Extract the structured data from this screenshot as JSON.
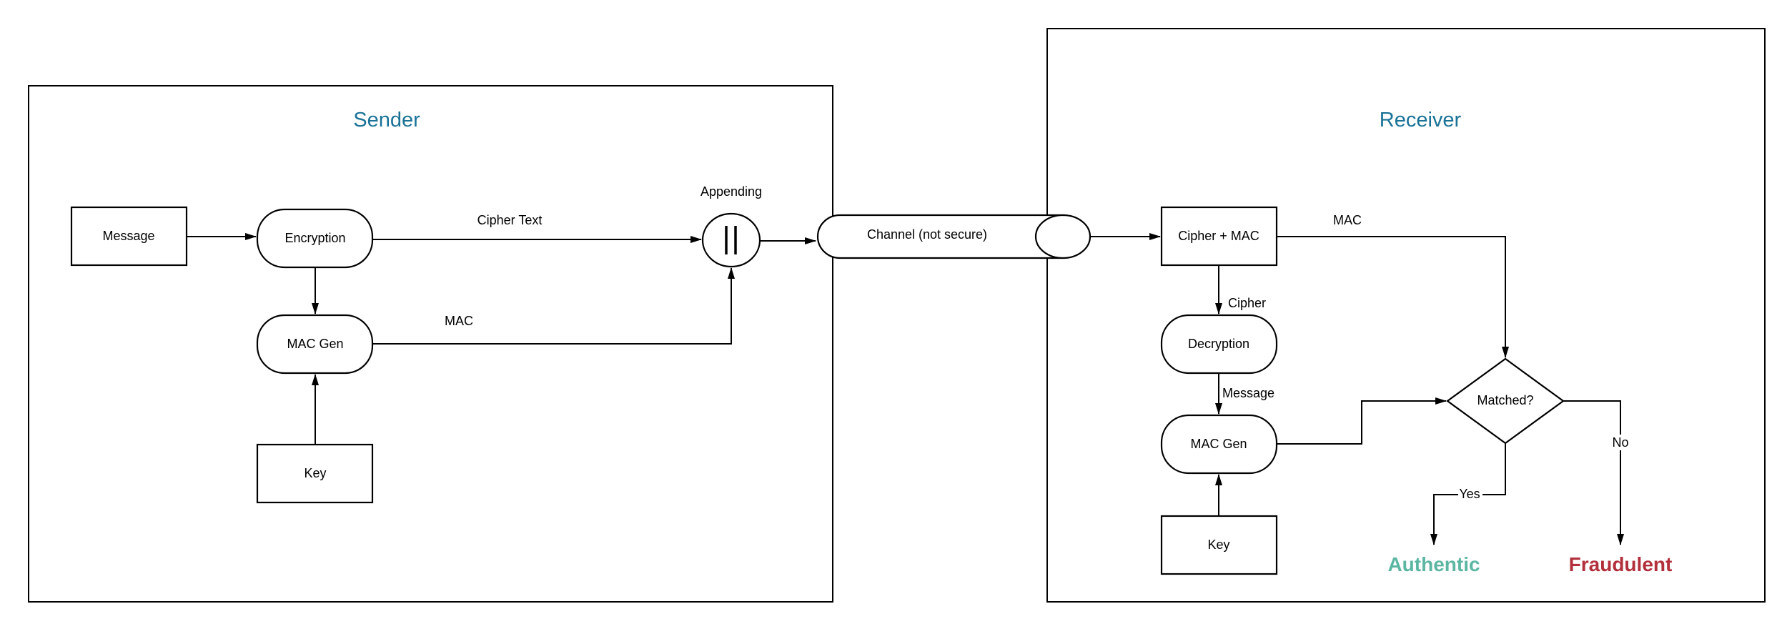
{
  "sender": {
    "title": "Sender",
    "message": "Message",
    "encryption": "Encryption",
    "mac_gen": "MAC Gen",
    "key": "Key",
    "appending": "Appending",
    "cipher_text_edge": "Cipher Text",
    "mac_edge": "MAC"
  },
  "channel": {
    "label": "Channel (not secure)"
  },
  "receiver": {
    "title": "Receiver",
    "cipher_mac": "Cipher + MAC",
    "mac_edge": "MAC",
    "cipher_edge": "Cipher",
    "decryption": "Decryption",
    "message_edge": "Message",
    "mac_gen": "MAC Gen",
    "key": "Key",
    "decision": "Matched?",
    "yes": "Yes",
    "no": "No",
    "authentic": "Authentic",
    "fraudulent": "Fraudulent"
  },
  "colors": {
    "section_title": "#1a7297",
    "authentic": "#5bb6a2",
    "fraudulent": "#b22f3c",
    "line": "#000000"
  }
}
